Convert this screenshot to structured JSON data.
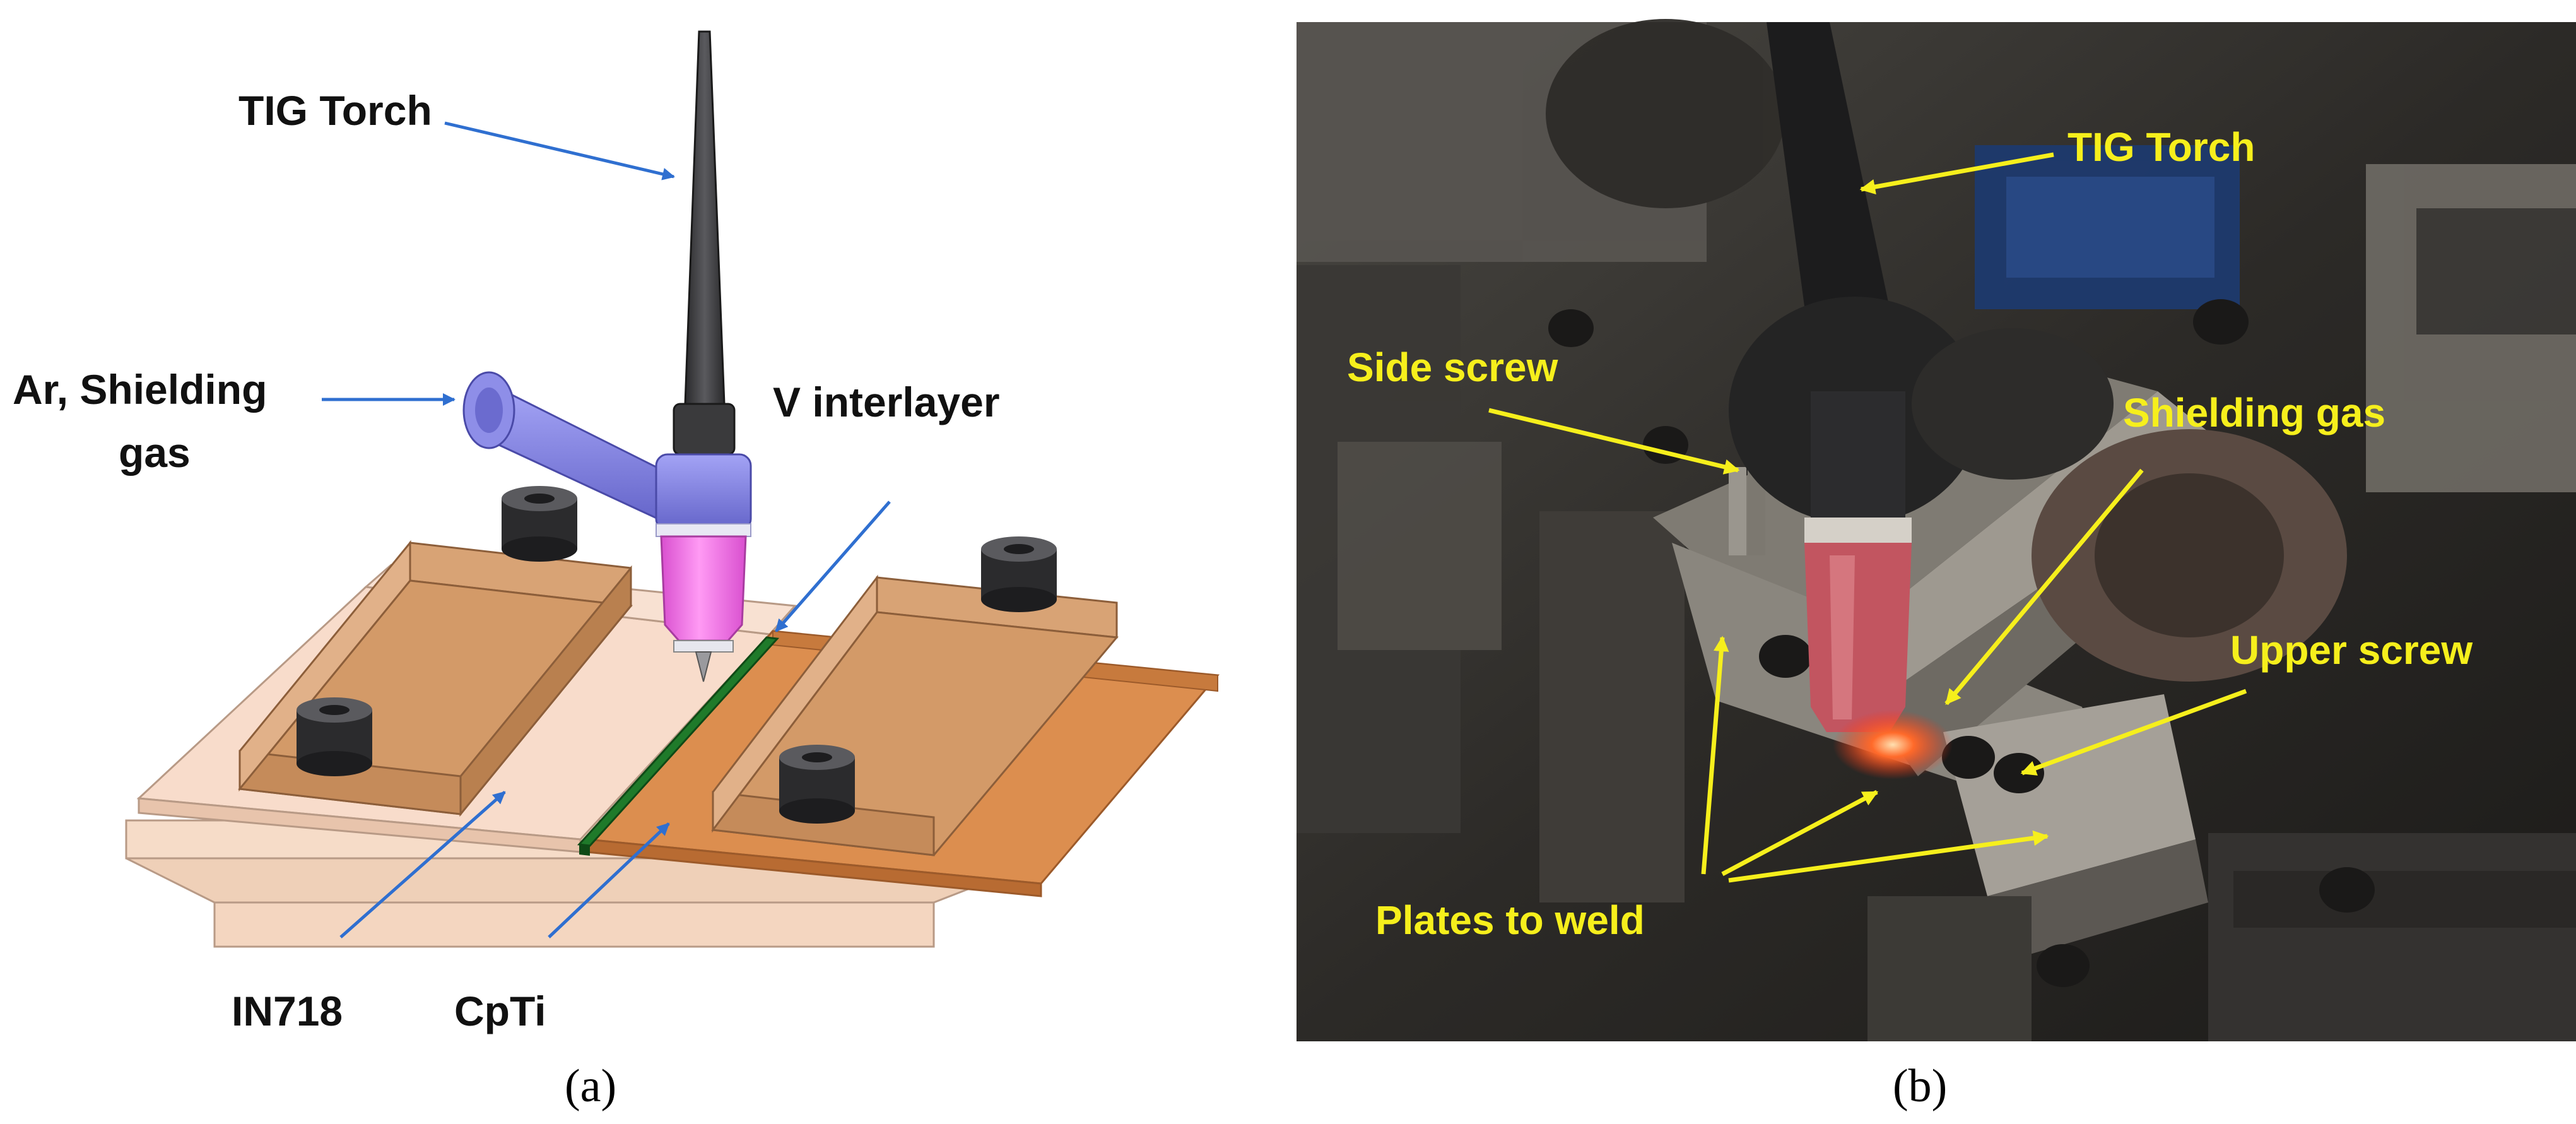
{
  "panel_a": {
    "labels": {
      "tig_torch": "TIG Torch",
      "shielding_gas_line1": "Ar, Shielding",
      "shielding_gas_line2": "gas",
      "v_interlayer": "V interlayer",
      "in718": "IN718",
      "cpti": "CpTi"
    },
    "caption": "(a)"
  },
  "panel_b": {
    "labels": {
      "tig_torch": "TIG Torch",
      "side_screw": "Side screw",
      "shielding_gas": "Shielding gas",
      "upper_screw": "Upper screw",
      "plates_to_weld": "Plates to weld"
    },
    "caption": "(b)"
  },
  "colors": {
    "arrow_a": "#2f6fd0",
    "arrow_b": "#f6ef1c",
    "in718_plate": "#f8d9c4",
    "cpti_plate": "#d9894a",
    "clamp_bar": "#d39a68",
    "v_interlayer": "#1f7a2a",
    "torch_body": "#3a3a3c",
    "gas_nozzle": "#7f7fe0",
    "ceramic_cup": "#f06ee6",
    "photo_base": "#2a2826"
  }
}
